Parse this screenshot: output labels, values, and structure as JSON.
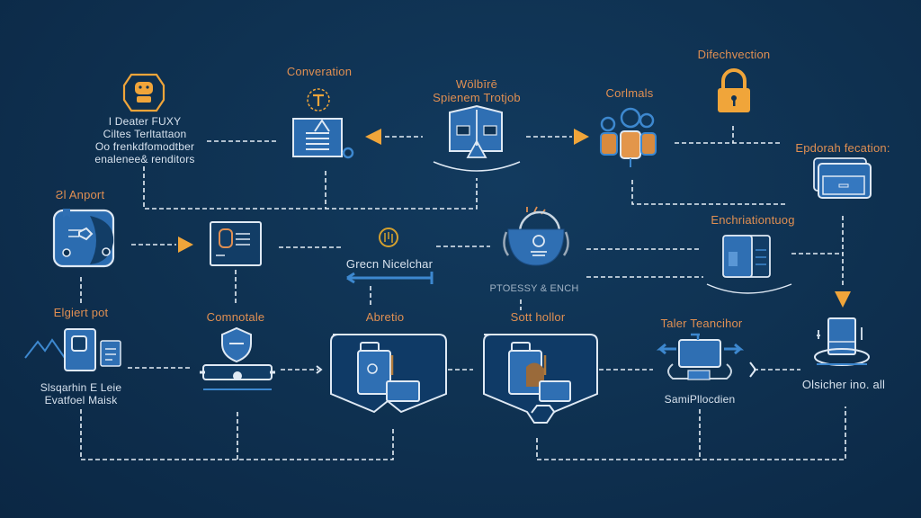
{
  "diagram": {
    "theme": {
      "background": "#0f3252",
      "accent_orange": "#f0a53a",
      "label_orange": "#e08f52",
      "icon_blue": "#2f6fb3",
      "line_white": "#e6eef6"
    },
    "nodes": [
      {
        "id": "robot",
        "label": "",
        "caption": "I Deater FUXY\nCiltes Terltattaon\nOo frenkdfomodtber\nenalenee& renditors",
        "icon": "robot-icon"
      },
      {
        "id": "conversation",
        "label": "Converation",
        "caption": "",
        "icon": "document-monitor-icon"
      },
      {
        "id": "spienem",
        "label": "Wölbīrē\nSpienem Trotjob",
        "caption": "",
        "icon": "shield-book-icon"
      },
      {
        "id": "corlmals",
        "label": "Corlmals",
        "caption": "",
        "icon": "users-group-icon"
      },
      {
        "id": "difechvection",
        "label": "Difechvection",
        "caption": "",
        "icon": "padlock-icon"
      },
      {
        "id": "epdorah",
        "label": "Epdorah fecation:",
        "caption": "",
        "icon": "folder-stack-icon"
      },
      {
        "id": "anport",
        "label": "Ƨl Anport",
        "caption": "",
        "icon": "cloud-panel-icon"
      },
      {
        "id": "checklist",
        "label": "",
        "caption": "",
        "icon": "checklist-screen-icon"
      },
      {
        "id": "green",
        "label": "",
        "caption": "Grecn Nicelchar",
        "icon": "badge-coin-icon"
      },
      {
        "id": "bucket",
        "label": "",
        "caption": "PTOESSY & ENCH",
        "icon": "bucket-bulb-icon"
      },
      {
        "id": "enchriation",
        "label": "Enchriationtuog",
        "caption": "",
        "icon": "server-case-icon"
      },
      {
        "id": "elgiert",
        "label": "Elgiert pot",
        "caption": "Slsqarhin E Leie\nEvatfoel Maisk",
        "icon": "mountain-card-icon"
      },
      {
        "id": "comnotale",
        "label": "Comnotale",
        "caption": "",
        "icon": "shield-scroll-icon"
      },
      {
        "id": "abretio",
        "label": "Abretio",
        "caption": "",
        "icon": "container-box-icon"
      },
      {
        "id": "soltholor",
        "label": "Sott hollor",
        "caption": "",
        "icon": "container-box-icon"
      },
      {
        "id": "taler",
        "label": "Taler Teancihor",
        "caption": "SamiPllocdien",
        "icon": "transfer-monitor-icon"
      },
      {
        "id": "olsicher",
        "label": "",
        "caption": "Olsicher ino. all",
        "icon": "device-platform-icon"
      }
    ]
  }
}
